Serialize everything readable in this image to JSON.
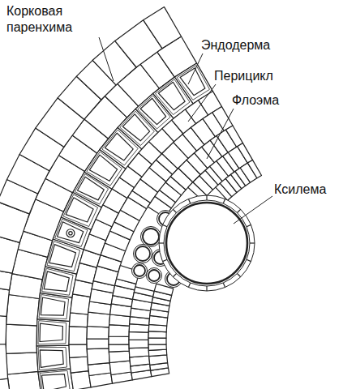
{
  "diagram": {
    "labels": [
      "Корковая паренхима",
      "Эндодерма",
      "Перицикл",
      "Флоэма",
      "Ксилема"
    ]
  }
}
